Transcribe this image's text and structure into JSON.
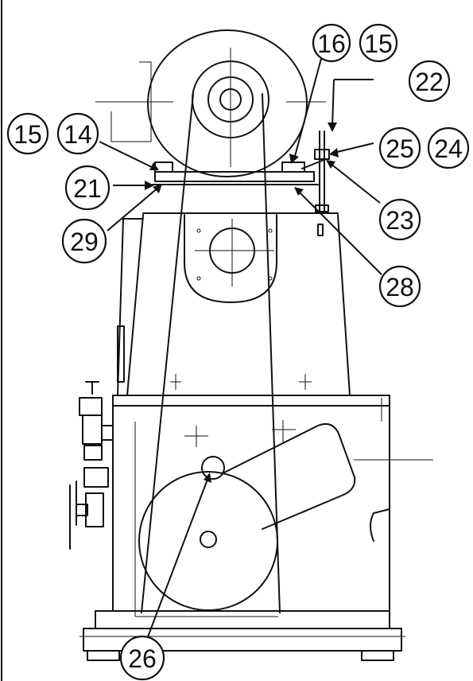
{
  "callouts": {
    "c16": "16",
    "c15_top": "15",
    "c22": "22",
    "c15_left": "15",
    "c14": "14",
    "c25": "25",
    "c24": "24",
    "c21": "21",
    "c23": "23",
    "c29": "29",
    "c28": "28",
    "c26": "26"
  }
}
